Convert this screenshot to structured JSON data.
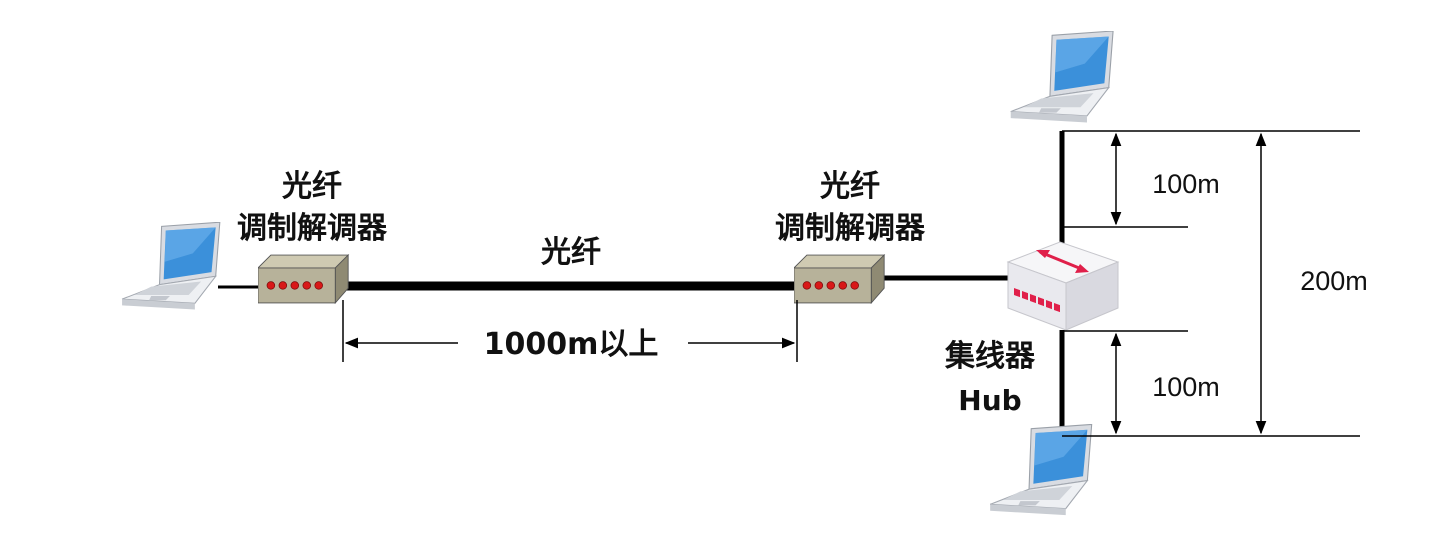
{
  "labels": {
    "modem_left_line1": "光纤",
    "modem_left_line2": "调制解调器",
    "modem_right_line1": "光纤",
    "modem_right_line2": "调制解调器",
    "fiber": "光纤",
    "fiber_distance": "1000m以上",
    "hub_line1": "集线器",
    "hub_line2": "Hub",
    "dist_upper": "100m",
    "dist_lower": "100m",
    "dist_total": "200m"
  },
  "icons": {
    "laptop": "laptop-icon",
    "modem": "fiber-modem-icon",
    "hub": "hub-icon"
  },
  "colors": {
    "line": "#000000",
    "laptop_screen": "#3a8fd8",
    "laptop_body": "#e6e8ec",
    "modem_body": "#b9b49c",
    "modem_led": "#d81818",
    "hub_body": "#f1f1f4",
    "hub_accent": "#e0204a"
  }
}
